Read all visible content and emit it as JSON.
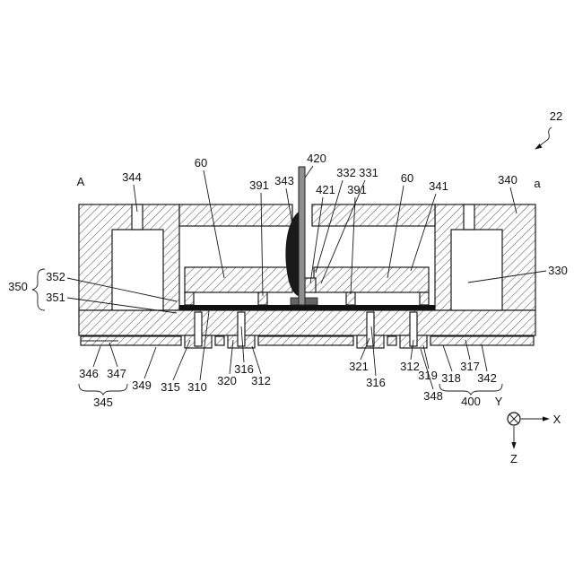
{
  "figure": {
    "fig_ref": "22",
    "section_left": "A",
    "section_right": "a"
  },
  "labels": {
    "n344": "344",
    "n60_left": "60",
    "n391_left": "391",
    "n343": "343",
    "n420": "420",
    "n421": "421",
    "n332": "332",
    "n331": "331",
    "n391_right": "391",
    "n60_right": "60",
    "n341": "341",
    "n340": "340",
    "n330": "330",
    "n350": "350",
    "n352": "352",
    "n351": "351",
    "n346": "346",
    "n347": "347",
    "n345": "345",
    "n349": "349",
    "n315": "315",
    "n310": "310",
    "n320": "320",
    "n316_a": "316",
    "n312_a": "312",
    "n321": "321",
    "n316_b": "316",
    "n312_b": "312",
    "n319": "319",
    "n318": "318",
    "n317": "317",
    "n342": "342",
    "n348": "348",
    "n400": "400"
  },
  "axes": {
    "x": "X",
    "y": "Y",
    "z": "Z"
  },
  "colors": {
    "line": "#1a1a1a",
    "film": "#111111",
    "solder": "#1a1a1a",
    "pin": "#8f8f8f",
    "background": "#ffffff"
  }
}
